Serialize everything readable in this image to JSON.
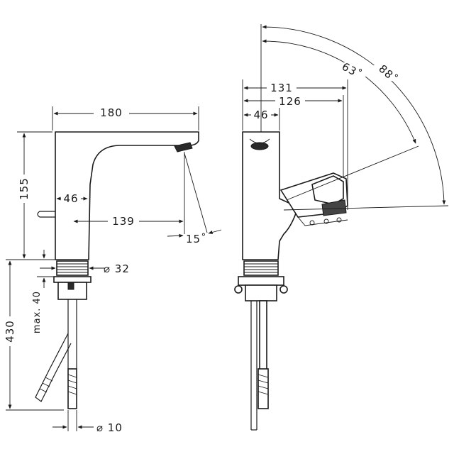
{
  "side_view": {
    "width_overall": "180",
    "height": "155",
    "body_width": "46",
    "spout_reach": "139",
    "spout_angle": "15˚",
    "thread_diameter": "⌀ 32",
    "max_thickness": "max. 40",
    "total_height": "430",
    "hose_diameter": "⌀ 10"
  },
  "front_view": {
    "depth_overall": "131",
    "depth_handle": "126",
    "body_width": "46",
    "angle_inner": "63˚",
    "angle_outer": "88˚"
  }
}
